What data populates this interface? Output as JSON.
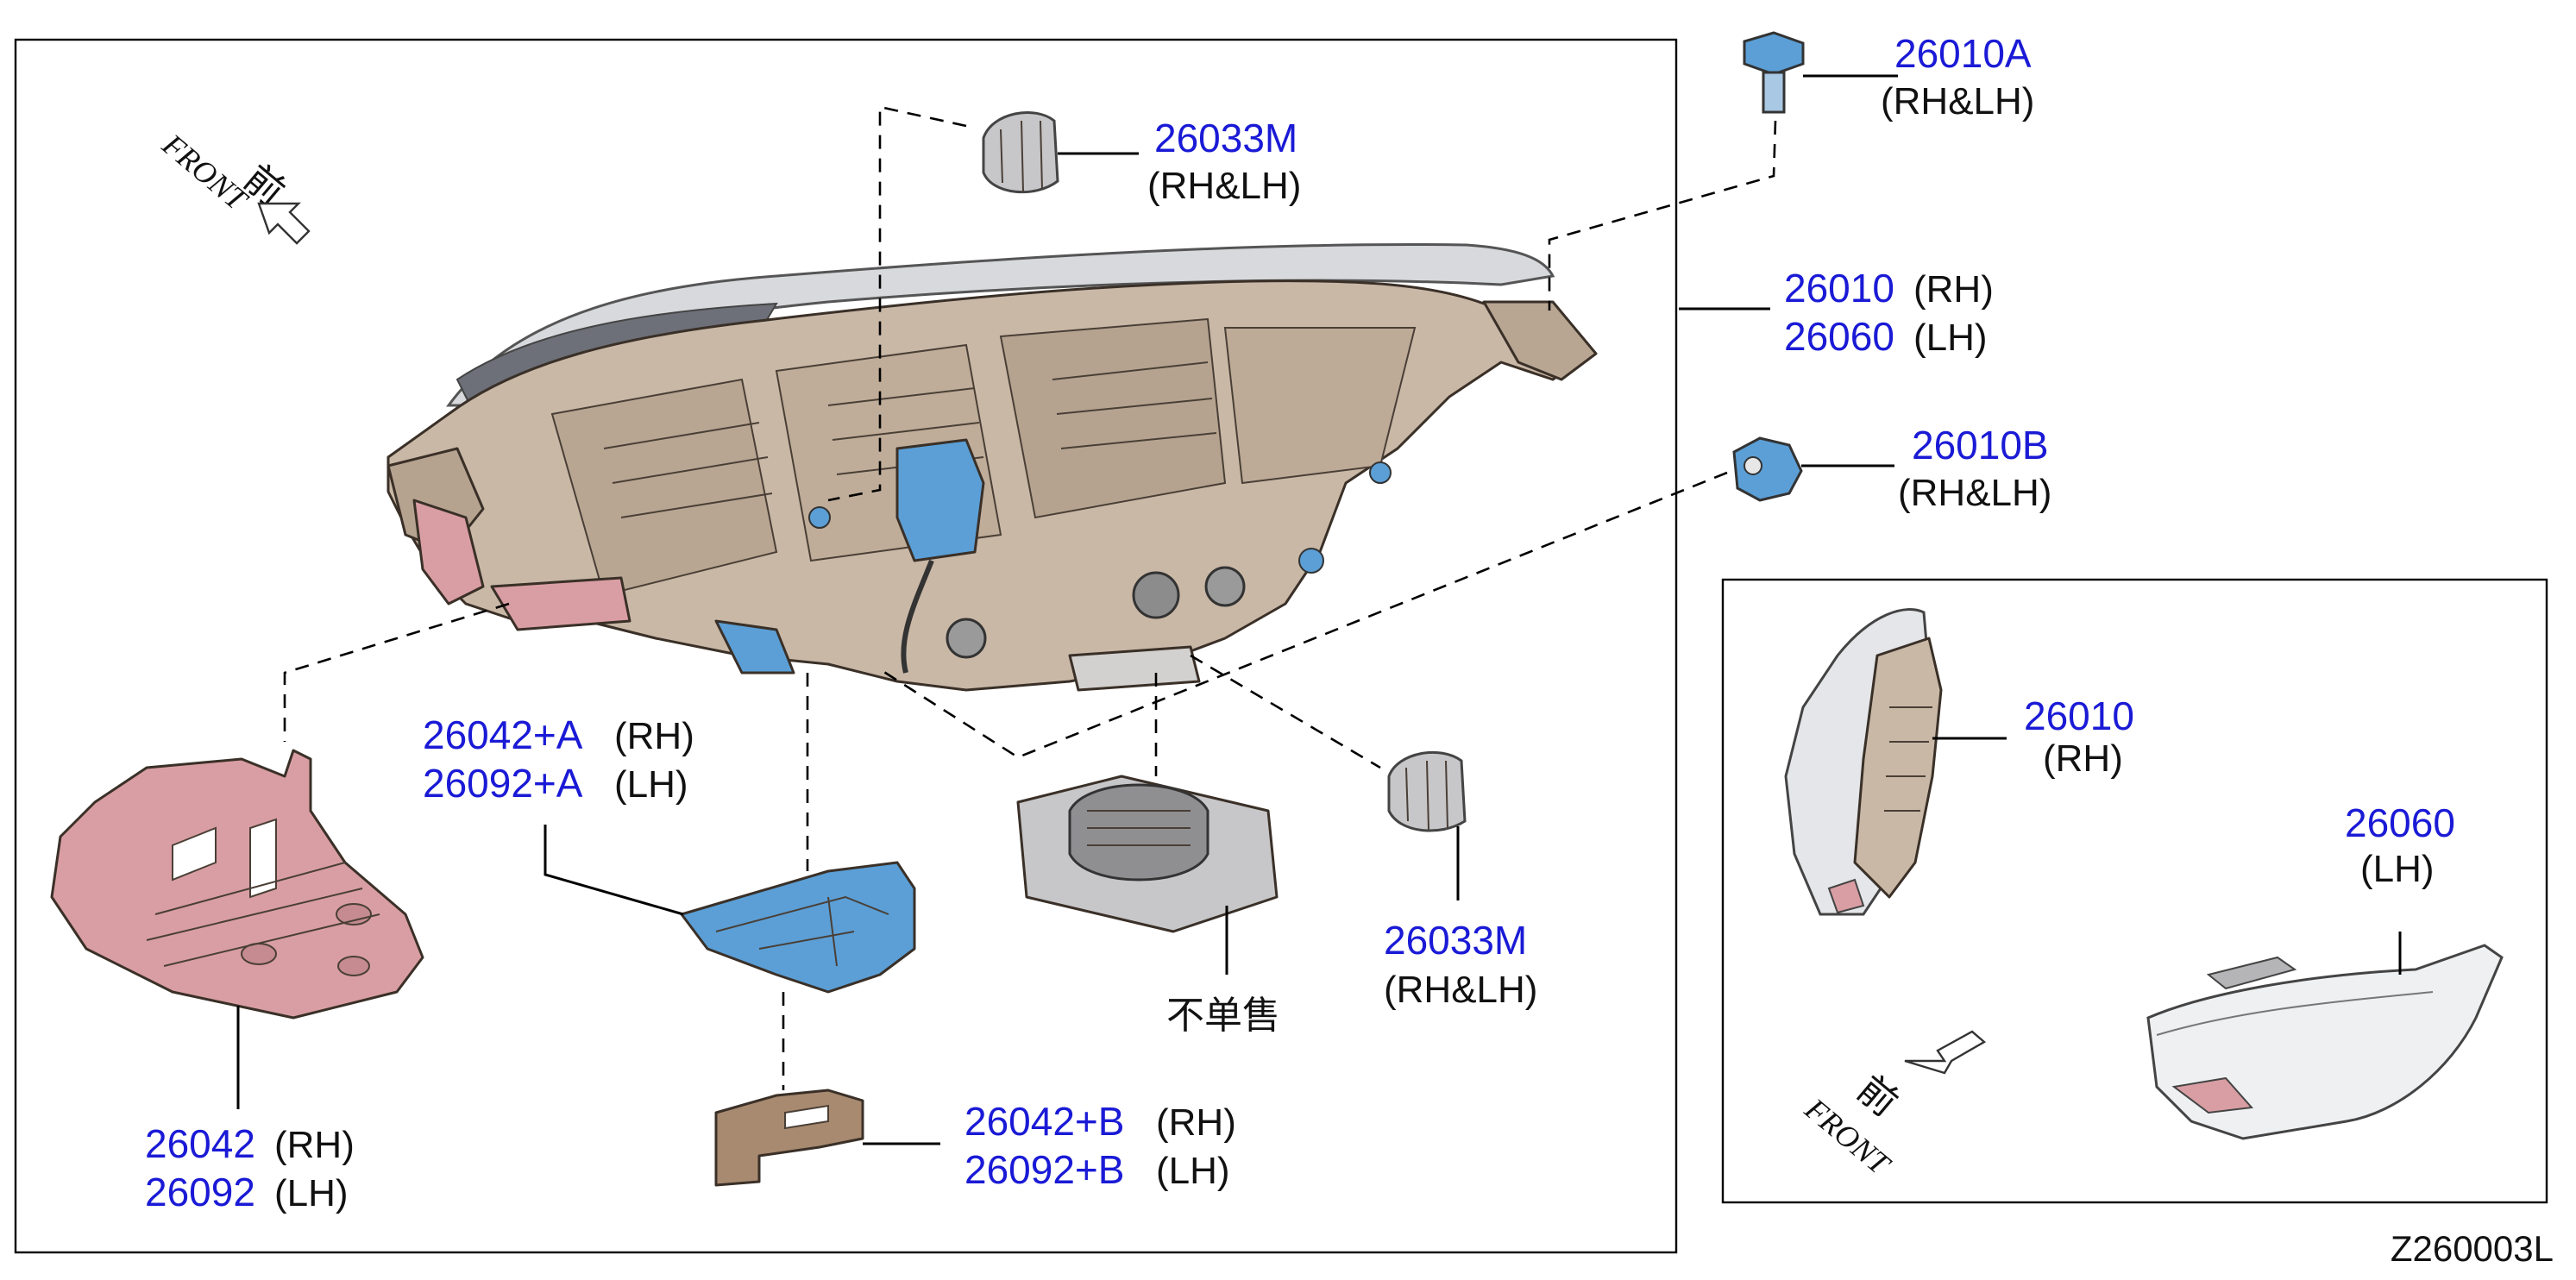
{
  "diagram_code": "Z260003L",
  "front_marks": [
    {
      "cjk": "前",
      "en": "FRONT"
    },
    {
      "cjk": "前",
      "en": "FRONT"
    }
  ],
  "callouts": {
    "bulb_top": {
      "num": "26033M",
      "side": "(RH&LH)"
    },
    "bolt": {
      "num": "26010A",
      "side": "(RH&LH)"
    },
    "headlamp_rh": {
      "num": "26010",
      "side": "(RH)"
    },
    "headlamp_lh": {
      "num": "26060",
      "side": "(LH)"
    },
    "nut": {
      "num": "26010B",
      "side": "(RH&LH)"
    },
    "bracket_a_rh": {
      "num": "26042+A",
      "side": "(RH)"
    },
    "bracket_a_lh": {
      "num": "26092+A",
      "side": "(LH)"
    },
    "not_sold": {
      "text": "不单售"
    },
    "bulb_bottom": {
      "num": "26033M",
      "side": "(RH&LH)"
    },
    "cover_rh": {
      "num": "26042",
      "side": "(RH)"
    },
    "cover_lh": {
      "num": "26092",
      "side": "(LH)"
    },
    "bracket_b_rh": {
      "num": "26042+B",
      "side": "(RH)"
    },
    "bracket_b_lh": {
      "num": "26092+B",
      "side": "(LH)"
    },
    "inset_rh": {
      "num": "26010",
      "side": "(RH)"
    },
    "inset_lh": {
      "num": "26060",
      "side": "(LH)"
    }
  },
  "colors": {
    "housing": "#c9b8a6",
    "blue_part": "#5b9fd6",
    "pink_part": "#d99ea3",
    "brown_part": "#a88a70",
    "grey_part": "#c7c7c9",
    "callout_blue": "#1a1ad6"
  }
}
